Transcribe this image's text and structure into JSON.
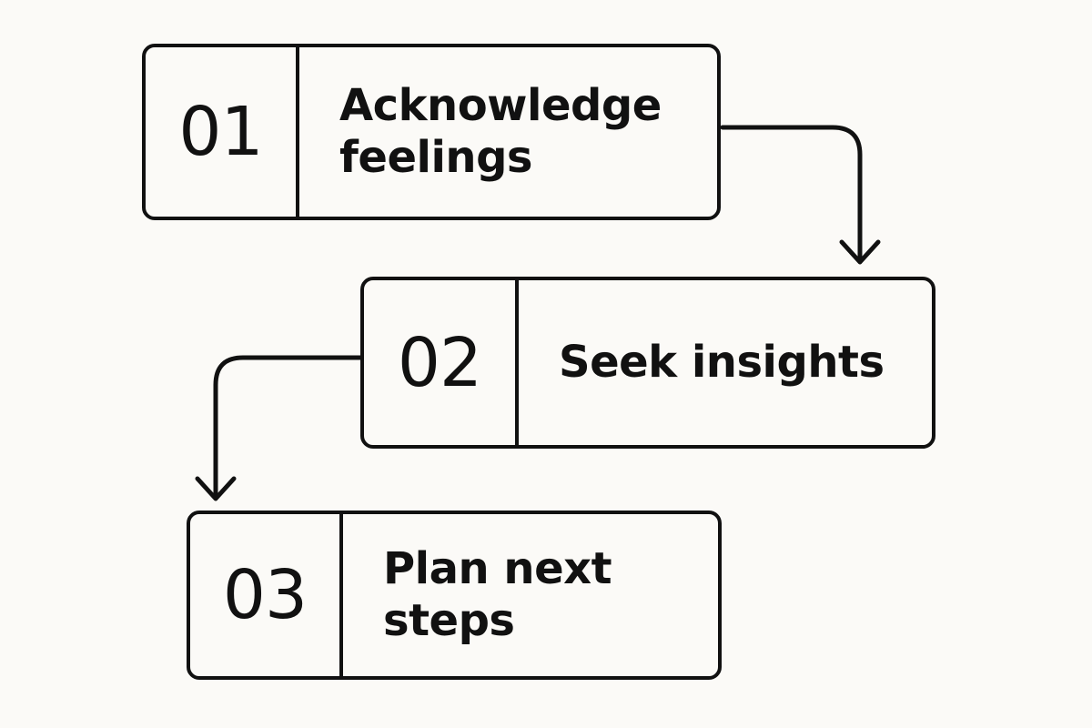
{
  "steps": [
    {
      "number": "01",
      "label": "Acknowledge feelings"
    },
    {
      "number": "02",
      "label": "Seek insights"
    },
    {
      "number": "03",
      "label": "Plan next steps"
    }
  ],
  "colors": {
    "background": "#fbfaf7",
    "stroke": "#111111"
  },
  "connectors": [
    {
      "from": "01",
      "to": "02"
    },
    {
      "from": "02",
      "to": "03"
    }
  ]
}
